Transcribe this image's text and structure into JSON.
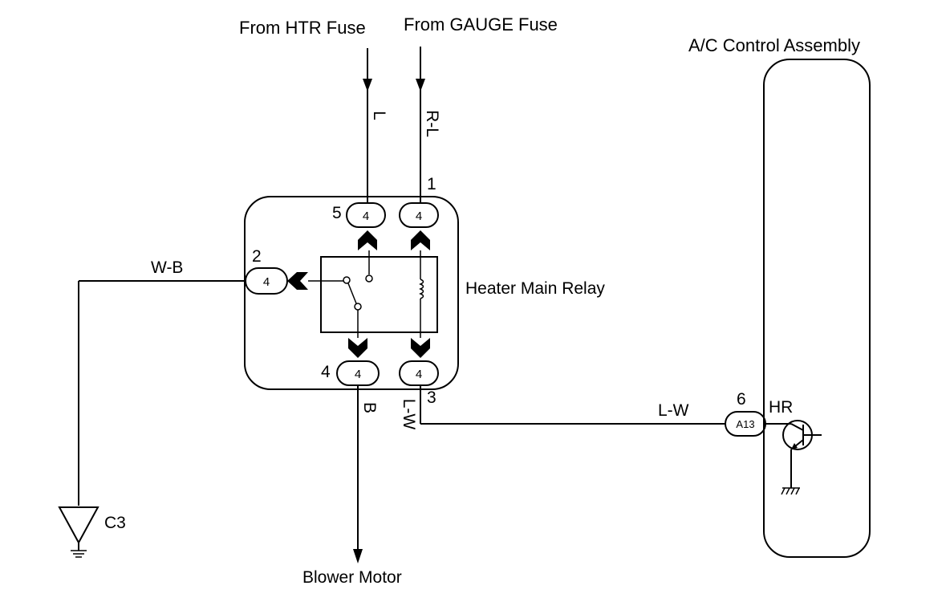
{
  "labels": {
    "htr_fuse": "From HTR Fuse",
    "gauge_fuse": "From GAUGE Fuse",
    "ac_control": "A/C Control Assembly",
    "heater_relay": "Heater Main Relay",
    "blower_motor": "Blower Motor",
    "ground": "C3",
    "hr": "HR"
  },
  "wires": {
    "l": "L",
    "rl": "R-L",
    "wb": "W-B",
    "b": "B",
    "lw_vertical": "L-W",
    "lw_horizontal": "L-W"
  },
  "pins": {
    "p1": "1",
    "p2": "2",
    "p3": "3",
    "p4": "4",
    "p5": "5",
    "p6": "6"
  },
  "connectors": {
    "relay_pin5": "4",
    "relay_pin1": "4",
    "relay_pin2": "4",
    "relay_pin4": "4",
    "relay_pin3": "4",
    "ac_pin6": "A13"
  }
}
